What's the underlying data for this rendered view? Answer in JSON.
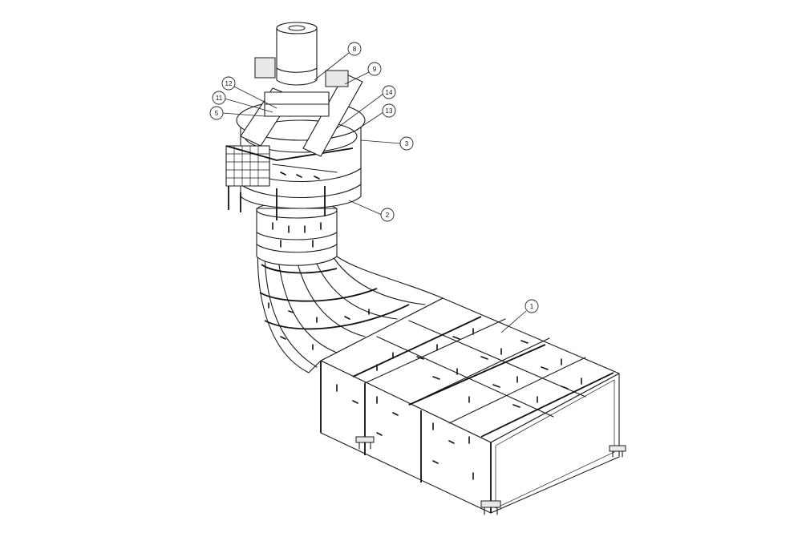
{
  "callouts": [
    {
      "id": "c8",
      "label": "8"
    },
    {
      "id": "c9",
      "label": "9"
    },
    {
      "id": "c12",
      "label": "12"
    },
    {
      "id": "c11",
      "label": "11"
    },
    {
      "id": "c5",
      "label": "5"
    },
    {
      "id": "c14",
      "label": "14"
    },
    {
      "id": "c13",
      "label": "13"
    },
    {
      "id": "c3",
      "label": "3"
    },
    {
      "id": "c2",
      "label": "2"
    },
    {
      "id": "c1",
      "label": "1"
    }
  ],
  "colors": {
    "line": "#1a1a1a",
    "background": "#ffffff"
  }
}
